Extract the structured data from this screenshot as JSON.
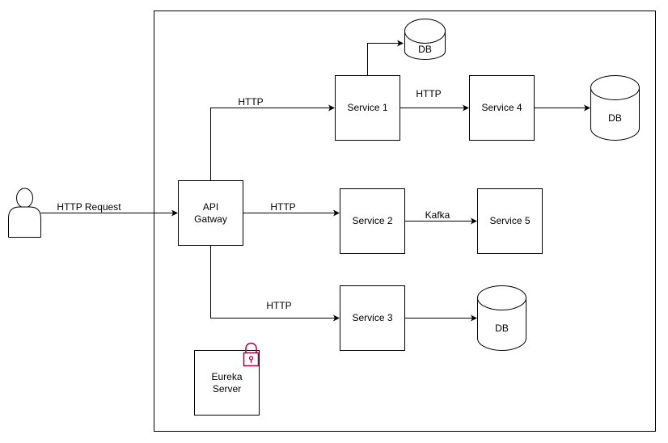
{
  "user_label": "HTTP Request",
  "api_gateway": {
    "line1": "API",
    "line2": "Gatway"
  },
  "services": {
    "s1": "Service 1",
    "s2": "Service 2",
    "s3": "Service 3",
    "s4": "Service 4",
    "s5": "Service 5"
  },
  "databases": {
    "db_service1": "DB",
    "db_service4": "DB",
    "db_service3": "DB"
  },
  "edges": {
    "gw_s1": "HTTP",
    "gw_s2": "HTTP",
    "gw_s3": "HTTP",
    "s1_s4": "HTTP",
    "s2_s5": "Kafka"
  },
  "eureka": {
    "line1": "Eureka",
    "line2": "Server"
  },
  "colors": {
    "line": "#000000",
    "lock": "#a50040"
  },
  "icons": {
    "user": "user-icon",
    "lock": "lock-icon"
  }
}
